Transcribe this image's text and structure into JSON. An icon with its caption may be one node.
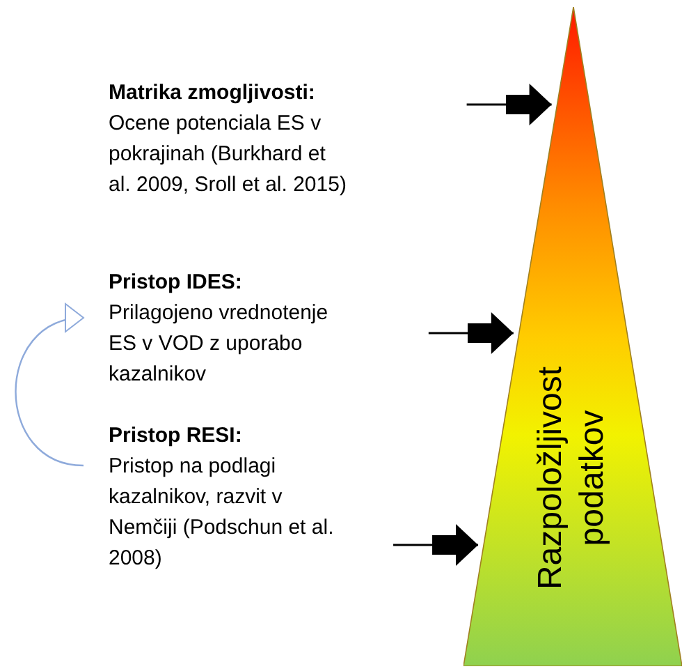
{
  "diagram": {
    "nodes": [
      {
        "text": [
          "Matrika zmogljivosti:",
          "Ocene potenciala ES v pokrajinah (Burkhard et al. 2009, Sroll et al. 2015)"
        ]
      },
      {
        "text": [
          "Pristop IDES:",
          "Prilagojeno vrednotenje ES v VOD z uporabo kazalnikov"
        ]
      },
      {
        "text": [
          "Pristop RESI:",
          "Pristop na podlagi kazalnikov, razvit v Nemčiji (Podschun et al. 2008)"
        ]
      },
      {
        "text": [
          "Razpoložljivost podatkov"
        ]
      }
    ],
    "edges": [
      {
        "from": null,
        "to": 3,
        "arrow": "to"
      },
      {
        "from": null,
        "to": 3,
        "arrow": "to"
      },
      {
        "from": null,
        "to": 3,
        "arrow": "to"
      },
      {
        "from": 2,
        "to": 1,
        "arrow": "to",
        "color": "#8eaadb"
      }
    ]
  }
}
